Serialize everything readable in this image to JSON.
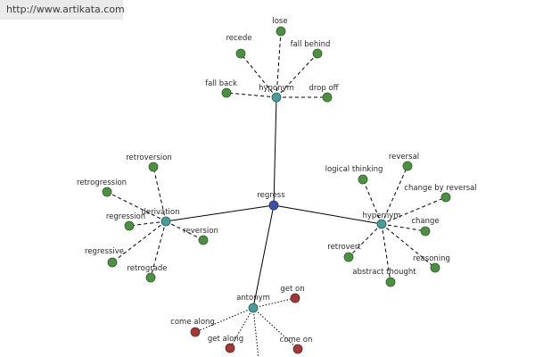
{
  "url_text": "http://www.artikata.com",
  "root": {
    "label": "regress",
    "color": "#3f4fa6"
  },
  "hubs": {
    "hyponym": "hyponym",
    "derivation": "derivation",
    "hypernym": "hypernym",
    "antonym": "antonym"
  },
  "leaves": {
    "hyponym": [
      "lose",
      "recede",
      "fall behind",
      "fall back",
      "drop off"
    ],
    "derivation": [
      "retroversion",
      "retrogression",
      "regression",
      "reversion",
      "regressive",
      "retrograde"
    ],
    "hypernym": [
      "logical thinking",
      "reversal",
      "change by reversal",
      "change",
      "retrovert",
      "reasoning",
      "abstract thought"
    ],
    "antonym": [
      "get on",
      "come along",
      "get along",
      "come on"
    ]
  },
  "colors": {
    "leaf_green": "#4f8f45",
    "leaf_red": "#9c3a3a",
    "hub_teal": "#4c9a9a"
  }
}
